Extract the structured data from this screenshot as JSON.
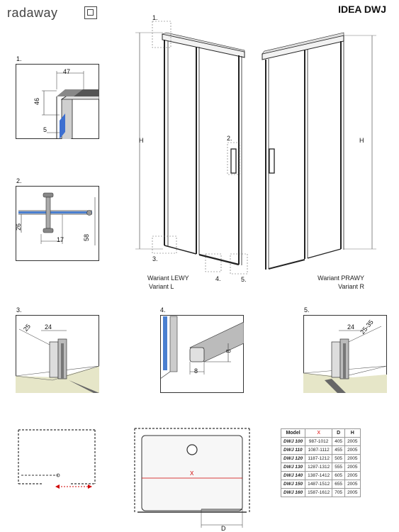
{
  "brand": {
    "name": "radaway"
  },
  "title": "IDEA DWJ",
  "callouts": {
    "c1": "1.",
    "c2": "2.",
    "c3": "3.",
    "c4": "4.",
    "c5": "5."
  },
  "main": {
    "h_label": "H"
  },
  "variants": {
    "left_line1": "Wariant LEWY",
    "left_line2": "Variant L",
    "right_line1": "Wariant PRAWY",
    "right_line2": "Variant R"
  },
  "details": {
    "d1": {
      "width": "47",
      "height": "46",
      "offset": "5"
    },
    "d2": {
      "dim_a": "26",
      "dim_b": "17",
      "dim_c": "58"
    },
    "d3": {
      "dim_a": "25",
      "dim_b": "24"
    },
    "d4": {
      "dim_a": "8",
      "dim_b": "8"
    },
    "d5": {
      "dim_a": "24",
      "dim_b": "25-35"
    }
  },
  "plan": {
    "x_label": "X",
    "d_label": "D"
  },
  "colors": {
    "accent_red": "#d00000",
    "glass_blue": "#4a7fd0",
    "floor": "#e6e6c8"
  },
  "table": {
    "headers": [
      "Model",
      "X",
      "D",
      "H"
    ],
    "rows": [
      [
        "DWJ 100",
        "987-1012",
        "405",
        "2005"
      ],
      [
        "DWJ 110",
        "1087-1112",
        "455",
        "2005"
      ],
      [
        "DWJ 120",
        "1187-1212",
        "505",
        "2005"
      ],
      [
        "DWJ 130",
        "1287-1312",
        "555",
        "2005"
      ],
      [
        "DWJ 140",
        "1387-1412",
        "605",
        "2005"
      ],
      [
        "DWJ 150",
        "1487-1512",
        "655",
        "2005"
      ],
      [
        "DWJ 160",
        "1587-1612",
        "705",
        "2005"
      ]
    ]
  }
}
